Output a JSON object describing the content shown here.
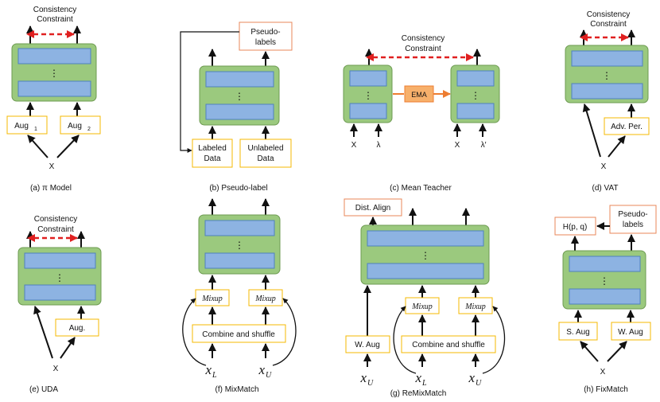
{
  "colors": {
    "module_fill": "#9bc97e",
    "module_stroke": "#6e9b52",
    "layer_fill": "#8db3e2",
    "layer_stroke": "#4f81bd",
    "box_stroke": "#f5b800",
    "orange_box_stroke": "#e8875a",
    "ema_fill": "#f7b06b",
    "ema_arrow": "#ed7d31",
    "consistency": "#e02020"
  },
  "panels": {
    "a": {
      "caption": "(a) π Model",
      "consistency": [
        "Consistency",
        "Constraint"
      ],
      "aug1": "Aug",
      "aug1_sub": "1",
      "aug2": "Aug",
      "aug2_sub": "2",
      "input": "X"
    },
    "b": {
      "caption": "(b) Pseudo-label",
      "pseudo": [
        "Pseudo-",
        "labels"
      ],
      "labeled": [
        "Labeled",
        "Data"
      ],
      "unlabeled": [
        "Unlabeled",
        "Data"
      ]
    },
    "c": {
      "caption": "(c) Mean Teacher",
      "consistency": [
        "Consistency",
        "Constraint"
      ],
      "ema": "EMA",
      "x1": "X",
      "l1": "λ",
      "x2": "X",
      "l2": "λ′"
    },
    "d": {
      "caption": "(d) VAT",
      "consistency": [
        "Consistency",
        "Constraint"
      ],
      "advper": "Adv. Per.",
      "input": "X"
    },
    "e": {
      "caption": "(e) UDA",
      "consistency": [
        "Consistency",
        "Constraint"
      ],
      "aug": "Aug.",
      "input": "X"
    },
    "f": {
      "caption": "(f) MixMatch",
      "mixup1": "Mixup",
      "mixup2": "Mixup",
      "combine": "Combine and shuffle",
      "xl": "x",
      "xl_sub": "L",
      "xu": "x",
      "xu_sub": "U"
    },
    "g": {
      "caption": "(g) ReMixMatch",
      "distalign": "Dist. Align",
      "mixup1": "Mixup",
      "mixup2": "Mixup",
      "combine": "Combine and shuffle",
      "waug": "W. Aug",
      "xu1": "x",
      "xu1_sub": "U",
      "xl": "x",
      "xl_sub": "L",
      "xu2": "x",
      "xu2_sub": "U"
    },
    "h": {
      "caption": "(h) FixMatch",
      "hpq": "H(p, q)",
      "pseudo": [
        "Pseudo-",
        "labels"
      ],
      "saug": "S. Aug",
      "waug": "W. Aug",
      "input": "X"
    }
  }
}
